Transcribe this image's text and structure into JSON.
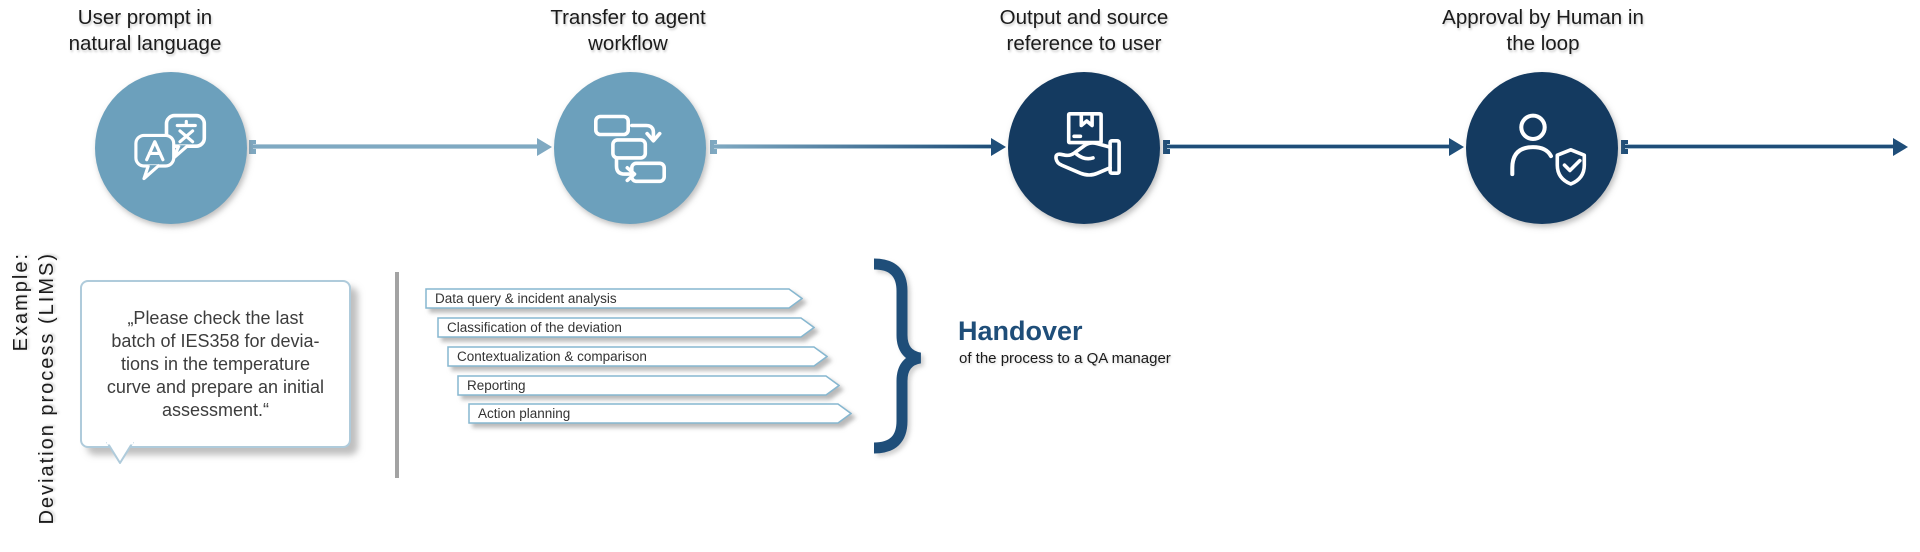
{
  "colors": {
    "light_blue": "#6CA0BC",
    "dark_blue": "#143A60",
    "accent_blue": "#1F4E79",
    "line_light": "#7FA9C2",
    "divider_gray": "#A3A3A3",
    "bubble_border": "#AFCBDB",
    "chevron_border": "#86B7D0",
    "text_dark": "#1B1B1B"
  },
  "timeline": {
    "steps": [
      {
        "line1": "User prompt in",
        "line2": "natural language",
        "icon": "translation-icon",
        "style": "light"
      },
      {
        "line1": "Transfer to agent",
        "line2": "workflow",
        "icon": "workflow-icon",
        "style": "light"
      },
      {
        "line1": "Output and source",
        "line2": "reference to user",
        "icon": "box-hand-icon",
        "style": "dark"
      },
      {
        "line1": "Approval by Human in",
        "line2": "the loop",
        "icon": "person-shield-check-icon",
        "style": "dark"
      }
    ]
  },
  "example": {
    "label_line1": "Example:",
    "label_line2": "Deviation process (LIMS)",
    "bubble_lines": [
      "„Please check the last",
      "batch of IES358 for devia-",
      "tions in the temperature",
      "curve and prepare an initial",
      "assessment.“"
    ]
  },
  "workflow_steps": [
    "Data query & incident analysis",
    "Classification of the deviation",
    "Contextualization & comparison",
    "Reporting",
    "Action planning"
  ],
  "handover": {
    "title": "Handover",
    "subtitle": "of the process to a QA manager"
  }
}
